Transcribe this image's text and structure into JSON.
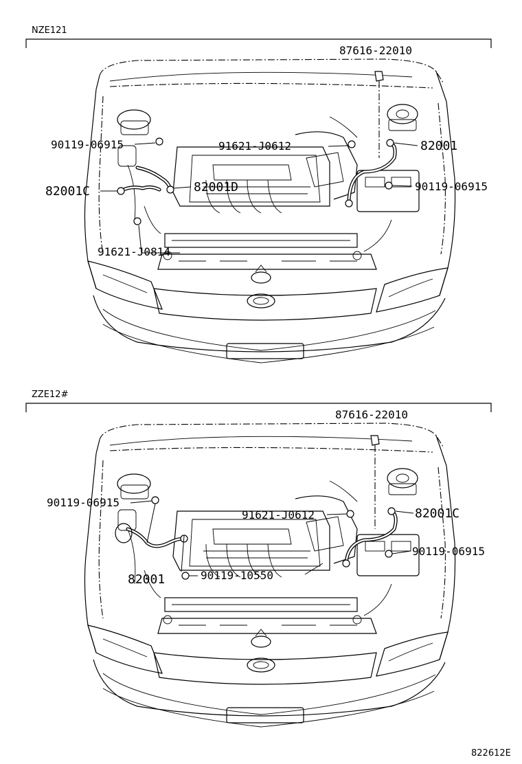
{
  "sections": [
    {
      "id": "nze121",
      "model": "NZE121",
      "callouts": {
        "clamp": "87616-22010",
        "bolt_left": "90119-06915",
        "stud": "91621-J0612",
        "strap_right": "82001",
        "strap_left": "82001C",
        "strap_mid": "82001D",
        "bolt_right": "90119-06915",
        "stud_low": "91621-J0814"
      }
    },
    {
      "id": "zze12",
      "model": "ZZE12#",
      "callouts": {
        "clamp": "87616-22010",
        "bolt_left": "90119-06915",
        "stud": "91621-J0612",
        "strap_right": "82001C",
        "bolt_right": "90119-06915",
        "strap_left": "82001",
        "bolt_mid": "90119-10550"
      }
    }
  ],
  "figure_ref": "822612E"
}
